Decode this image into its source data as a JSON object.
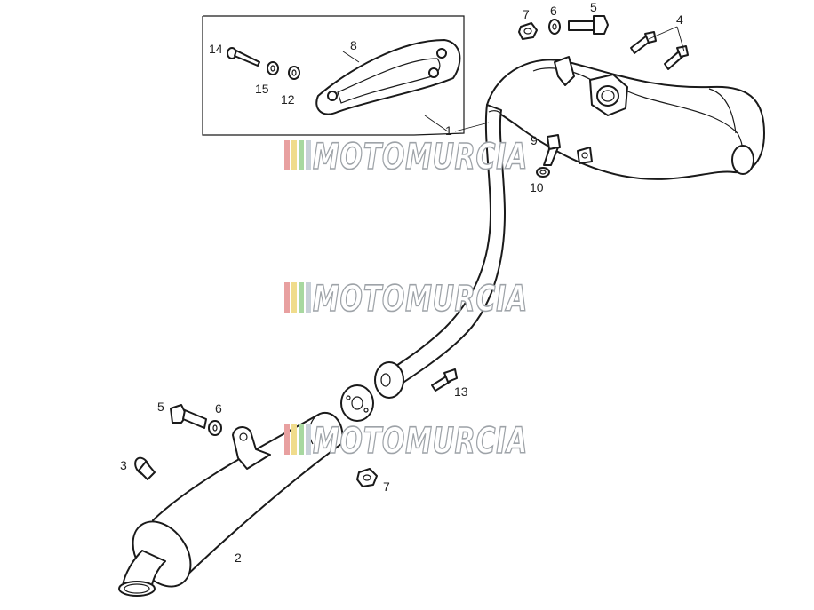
{
  "watermark": {
    "text": "MOTOMURCIA",
    "stripe_colors": [
      "#e8a0a0",
      "#f0dc8c",
      "#a8d8a0",
      "#c8d0d8"
    ]
  },
  "labels": {
    "l1": "1",
    "l2": "2",
    "l3": "3",
    "l4": "4",
    "l5a": "5",
    "l5b": "5",
    "l6a": "6",
    "l6b": "6",
    "l7a": "7",
    "l7b": "7",
    "l8": "8",
    "l9": "9",
    "l10": "10",
    "l12": "12",
    "l13": "13",
    "l14": "14",
    "l15": "15"
  },
  "colors": {
    "line": "#1a1a1a",
    "watermark_outline": "#9ea3a8"
  }
}
